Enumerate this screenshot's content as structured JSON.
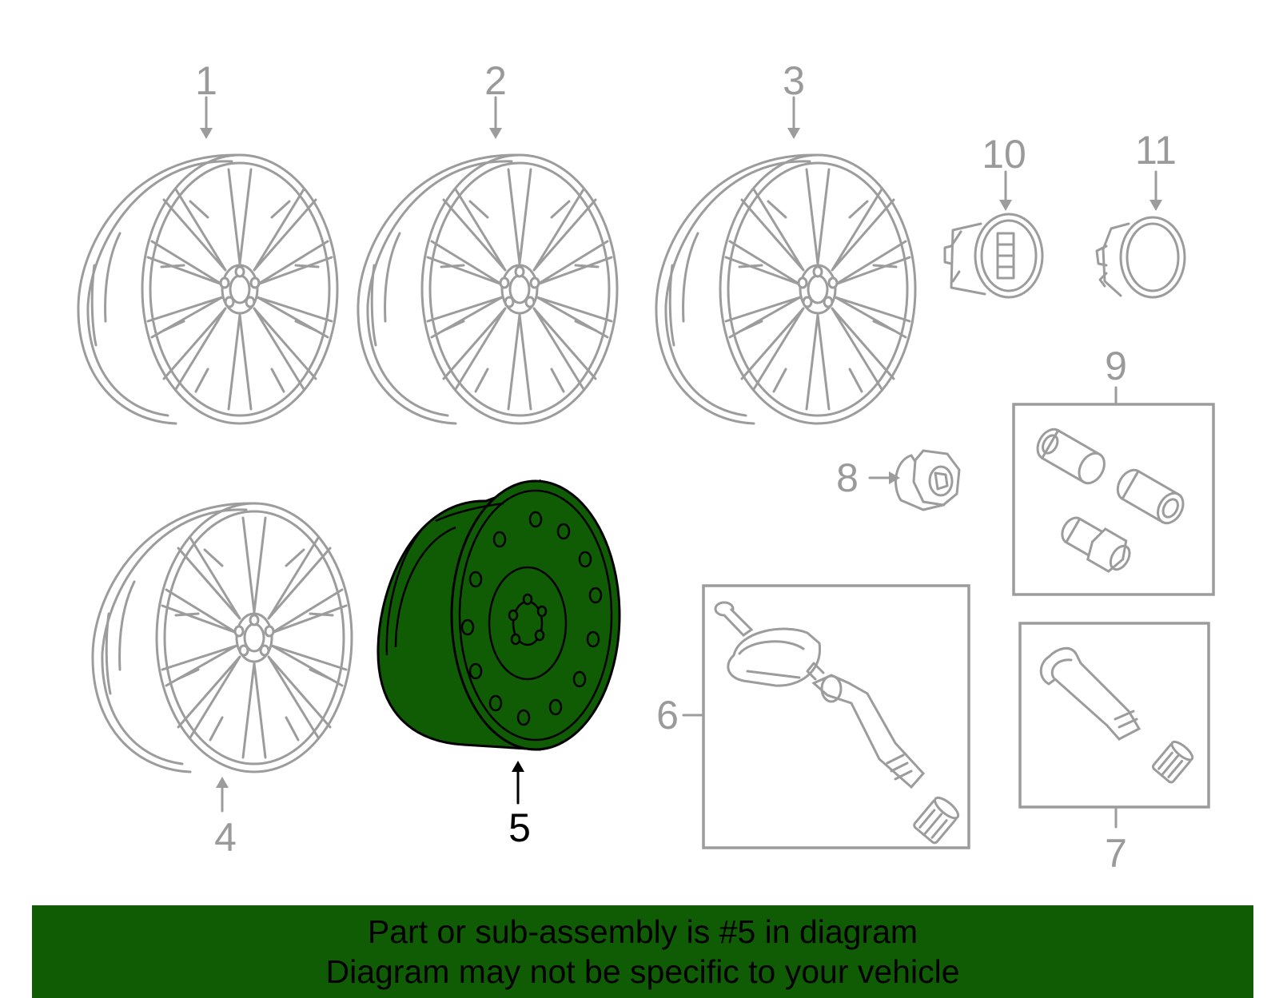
{
  "callouts": {
    "c1": "1",
    "c2": "2",
    "c3": "3",
    "c4": "4",
    "c5": "5",
    "c6": "6",
    "c7": "7",
    "c8": "8",
    "c9": "9",
    "c10": "10",
    "c11": "11"
  },
  "highlight_color": "#0f5c05",
  "outline_color": "#9c9c9c",
  "banner": {
    "line1": "Part or sub-assembly is #5 in diagram",
    "line2": "Diagram may not be specific to your vehicle"
  }
}
